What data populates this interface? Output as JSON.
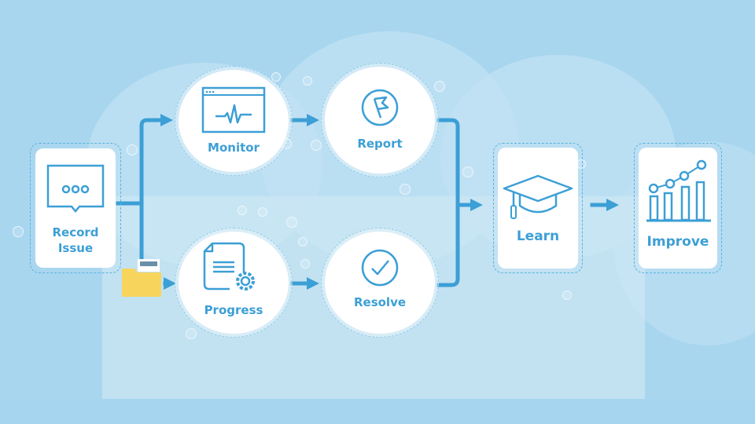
{
  "diagram": {
    "type": "process-flow",
    "colors": {
      "background": "#a9d6ef",
      "accent": "#3c9fd6",
      "folder": "#f7d55c",
      "node_fill": "#ffffff"
    },
    "nodes": [
      {
        "id": "record",
        "label_line1": "Record",
        "label_line2": "Issue",
        "icon": "chat-bubble-icon",
        "shape": "card"
      },
      {
        "id": "monitor",
        "label": "Monitor",
        "icon": "browser-heartbeat-icon",
        "shape": "circle"
      },
      {
        "id": "report",
        "label": "Report",
        "icon": "flag-icon",
        "shape": "circle"
      },
      {
        "id": "progress",
        "label": "Progress",
        "icon": "document-gear-icon",
        "shape": "circle"
      },
      {
        "id": "resolve",
        "label": "Resolve",
        "icon": "checkmark-icon",
        "shape": "circle"
      },
      {
        "id": "learn",
        "label": "Learn",
        "icon": "graduation-cap-icon",
        "shape": "card"
      },
      {
        "id": "improve",
        "label": "Improve",
        "icon": "growth-chart-icon",
        "shape": "card"
      }
    ],
    "edges": [
      {
        "from": "Record Issue",
        "to": "Monitor"
      },
      {
        "from": "Record Issue",
        "to": "Progress"
      },
      {
        "from": "Monitor",
        "to": "Report"
      },
      {
        "from": "Progress",
        "to": "Resolve"
      },
      {
        "from": "Report",
        "to": "Learn"
      },
      {
        "from": "Resolve",
        "to": "Learn"
      },
      {
        "from": "Learn",
        "to": "Improve"
      }
    ]
  }
}
